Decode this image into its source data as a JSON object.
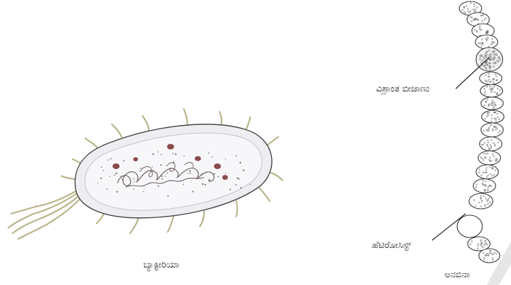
{
  "labels": {
    "bacteria": "ಬ್ಯಾಕ್ಟೀರಿಯಾ",
    "akinete": "ವಿಶ್ರಾಂತ ಬೀಜಾಣು",
    "heterocyst": "ಹೆಟಿರೋಸಿಸ್ಟ್",
    "anabaena": "ಅನಬಿನಾ"
  },
  "colors": {
    "cell_fill": "#eeeef2",
    "cell_rim": "#d8d8e0",
    "outline": "#444444",
    "flagella": "#b9b48a",
    "granule": "#8a4b4b",
    "dna": "#6d5f63",
    "watermark": "#e6e6e6"
  }
}
